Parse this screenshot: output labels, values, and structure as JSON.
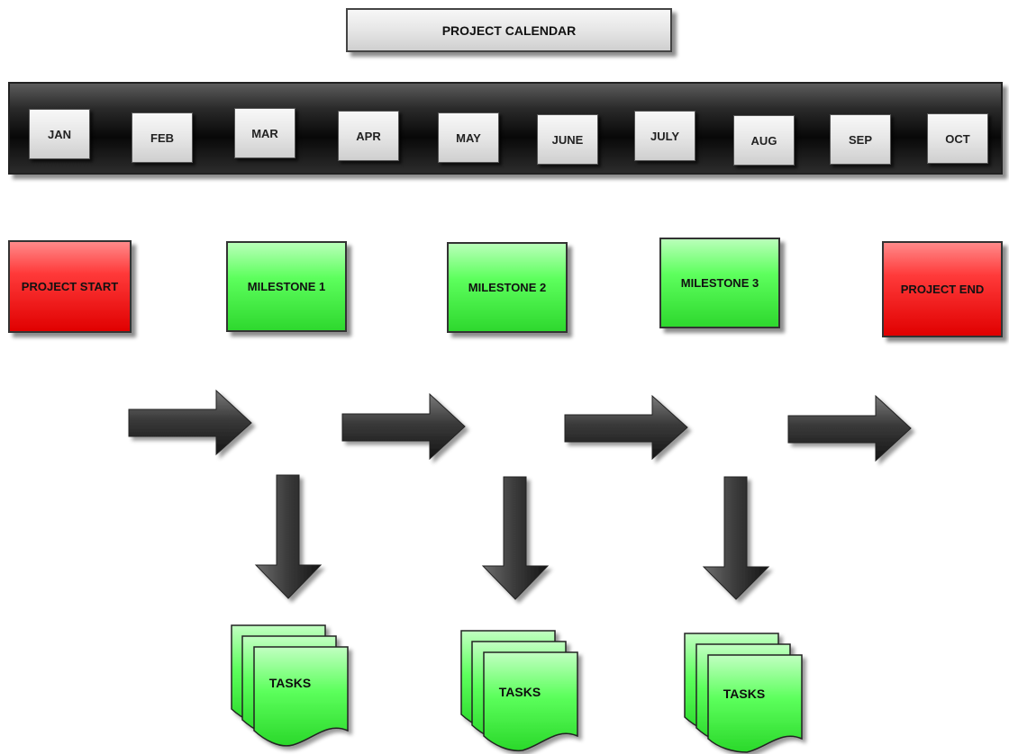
{
  "title": "PROJECT CALENDAR",
  "months": [
    "JAN",
    "FEB",
    "MAR",
    "APR",
    "MAY",
    "JUNE",
    "JULY",
    "AUG",
    "SEP",
    "OCT"
  ],
  "nodes": {
    "start": "PROJECT START",
    "milestone_1": "MILESTONE 1",
    "milestone_2": "MILESTONE 2",
    "milestone_3": "MILESTONE 3",
    "end": "PROJECT END"
  },
  "tasks": [
    "TASKS",
    "TASKS",
    "TASKS"
  ],
  "colors": {
    "start_end": "#ff2a2a",
    "milestone": "#4cff4c",
    "tasks": "#5dff5d",
    "arrow": "#2b2b2b",
    "month_bar": "#111111"
  }
}
